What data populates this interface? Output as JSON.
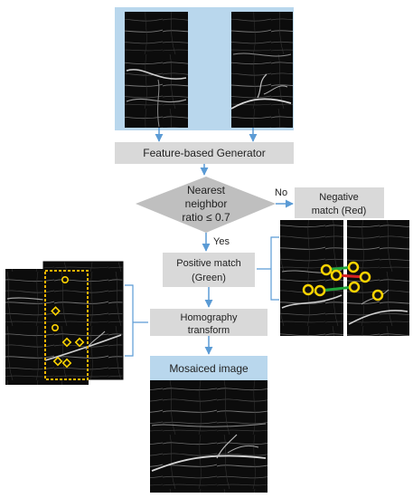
{
  "nodes": {
    "generator": "Feature-based Generator",
    "decision_lines": [
      "Nearest",
      "neighbor",
      "ratio ≤ 0.7"
    ],
    "negative_lines": [
      "Negative",
      "match (Red)"
    ],
    "positive_lines": [
      "Positive match",
      "(Green)"
    ],
    "homography_lines": [
      "Homography",
      "transform"
    ],
    "mosaic_title": "Mosaiced image"
  },
  "edges": {
    "no_label": "No",
    "yes_label": "Yes"
  },
  "colors": {
    "input_panel": "#b9d7ed",
    "process_box": "#d9d9d9",
    "decision": "#bfbfbf",
    "arrow": "#5b9bd5",
    "feature_marker": "#ffd400",
    "match_green": "#1fa53a",
    "match_red": "#d62020",
    "bbox_dotted": "#f4b400"
  }
}
